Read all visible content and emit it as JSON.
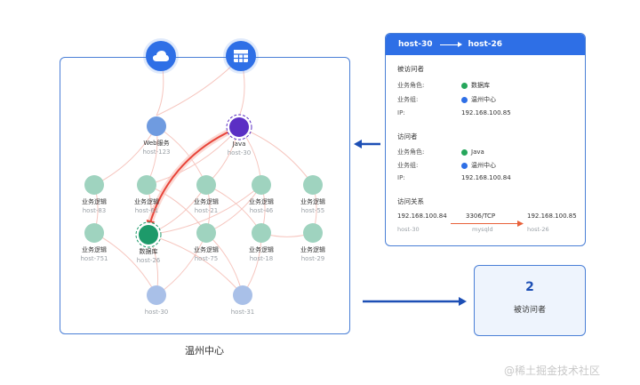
{
  "graph": {
    "caption": "温州中心",
    "top_icons": [
      "cloud-icon",
      "table-icon"
    ],
    "nodes": [
      {
        "id": "web",
        "role": "Web服务",
        "host": "host-123",
        "color": "#6f9be0"
      },
      {
        "id": "java",
        "role": "Java",
        "host": "host-30",
        "color": "#5b2fc4",
        "ring": true
      },
      {
        "id": "b1",
        "role": "业务逻辑",
        "host": "host-83",
        "color": "#9fd3bf"
      },
      {
        "id": "b2",
        "role": "业务逻辑",
        "host": "host-61",
        "color": "#9fd3bf"
      },
      {
        "id": "b3",
        "role": "业务逻辑",
        "host": "host-21",
        "color": "#9fd3bf"
      },
      {
        "id": "b4",
        "role": "业务逻辑",
        "host": "host-46",
        "color": "#9fd3bf"
      },
      {
        "id": "b5",
        "role": "业务逻辑",
        "host": "host-55",
        "color": "#9fd3bf"
      },
      {
        "id": "b6",
        "role": "业务逻辑",
        "host": "host-751",
        "color": "#9fd3bf"
      },
      {
        "id": "db",
        "role": "数据库",
        "host": "host-26",
        "color": "#1d9a6a",
        "ring": true
      },
      {
        "id": "b7",
        "role": "业务逻辑",
        "host": "host-75",
        "color": "#9fd3bf"
      },
      {
        "id": "b8",
        "role": "业务逻辑",
        "host": "host-18",
        "color": "#9fd3bf"
      },
      {
        "id": "b9",
        "role": "业务逻辑",
        "host": "host-29",
        "color": "#9fd3bf"
      },
      {
        "id": "h30",
        "role": "",
        "host": "host-30",
        "color": "#a9c0e8"
      },
      {
        "id": "h31",
        "role": "",
        "host": "host-31",
        "color": "#a9c0e8"
      }
    ]
  },
  "detail": {
    "from": "host-30",
    "to": "host-26",
    "visitee": {
      "title": "被访问者",
      "role_key": "业务角色:",
      "role_val": "数据库",
      "group_key": "业务组:",
      "group_val": "温州中心",
      "ip_key": "IP:",
      "ip_val": "192.168.100.85"
    },
    "visitor": {
      "title": "访问者",
      "role_key": "业务角色:",
      "role_val": "Java",
      "group_key": "业务组:",
      "group_val": "温州中心",
      "ip_key": "IP:",
      "ip_val": "192.168.100.84"
    },
    "relation": {
      "title": "访问关系",
      "src_ip": "192.168.100.84",
      "src_host": "host-30",
      "port": "3306/TCP",
      "service": "mysqld",
      "dst_ip": "192.168.100.85",
      "dst_host": "host-26"
    }
  },
  "count": {
    "value": "2",
    "label": "被访问者"
  },
  "watermark": "@稀土掘金技术社区",
  "colors": {
    "accent": "#2e6fe6",
    "highlight_edge": "#e8453a",
    "edge": "#f6c6bf"
  }
}
